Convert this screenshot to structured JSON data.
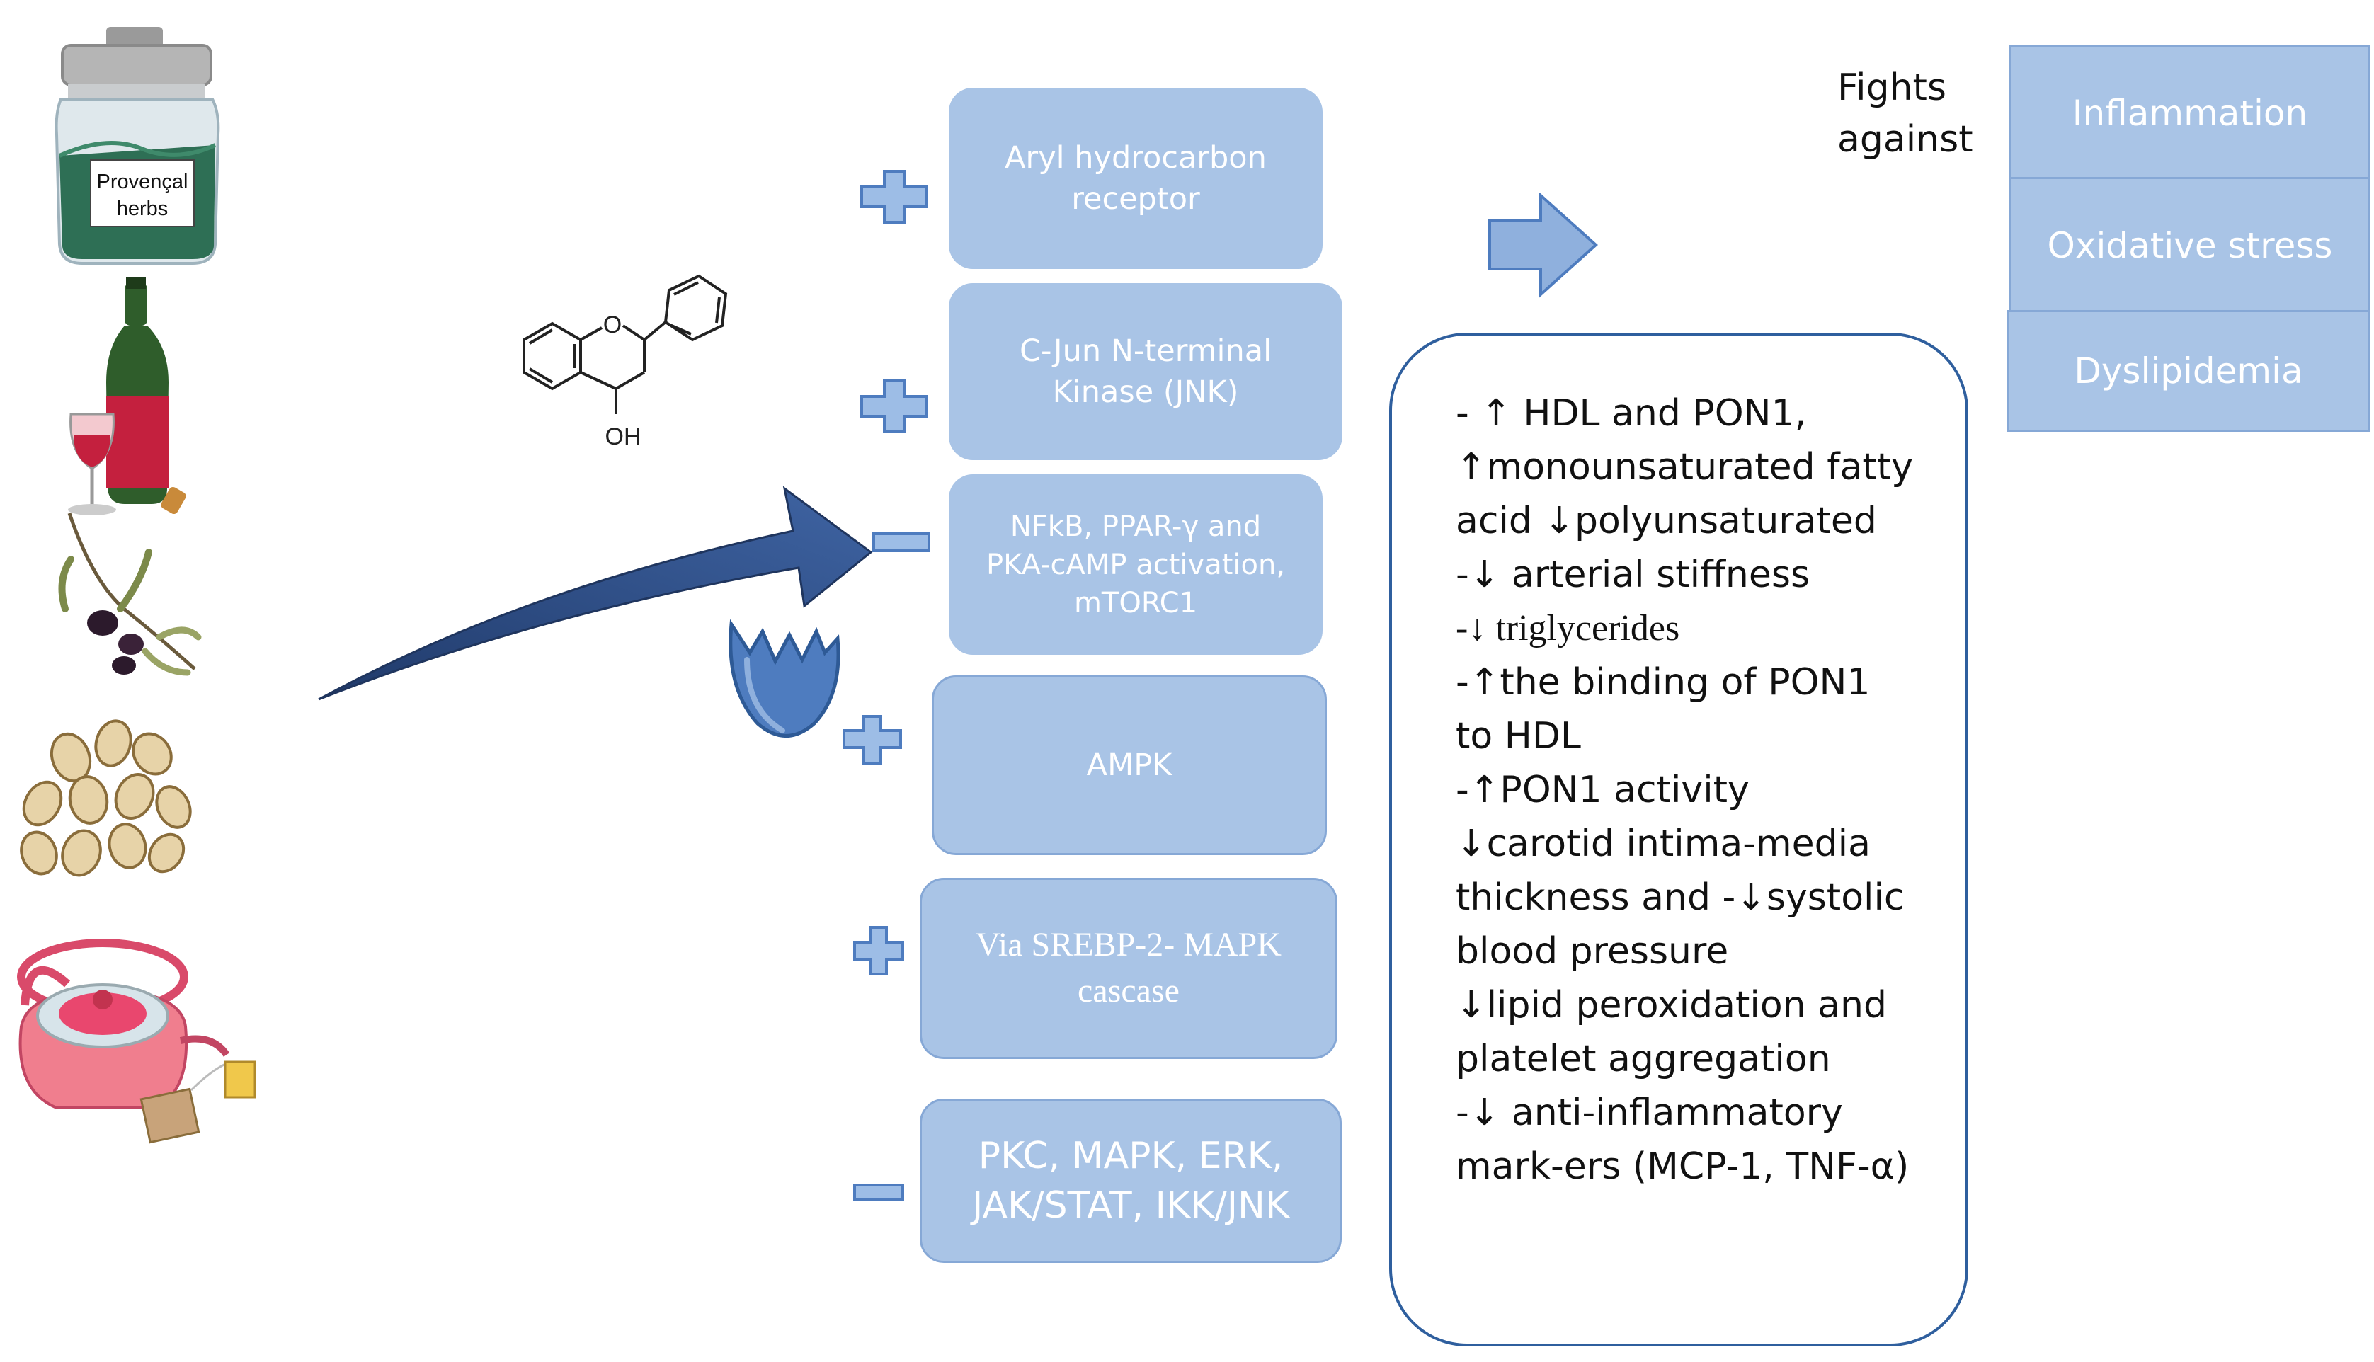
{
  "food_sources": {
    "jar_label_line1": "Provençal",
    "jar_label_line2": "herbs"
  },
  "molecule": {
    "atom_O": "O",
    "atom_OH": "OH"
  },
  "pathways": [
    {
      "label": "Aryl hydrocarbon\nreceptor",
      "sign": "+"
    },
    {
      "label": "C-Jun N-terminal\nKinase (JNK)",
      "sign": "+"
    },
    {
      "label": "NFkB, PPAR-γ and\nPKA-cAMP activation,\nmTORC1",
      "sign": "−"
    },
    {
      "label": "AMPK",
      "sign": "+"
    },
    {
      "label": "Via SREBP-2- MAPK\ncascase",
      "sign": "+"
    },
    {
      "label": "PKC, MAPK, ERK,\nJAK/STAT, IKK/JNK",
      "sign": "−"
    }
  ],
  "fights_against_label": "Fights\nagainst",
  "conditions": [
    "Inflammation",
    "Oxidative stress",
    "Dyslipidemia"
  ],
  "effects": [
    "- ↑ HDL and PON1,",
    "↑monounsaturated fatty",
    "acid ↓polyunsaturated",
    "-↓ arterial stiffness",
    "-↓ triglycerides",
    "-↑the binding of PON1",
    "to HDL",
    "-↑PON1 activity",
    "↓carotid intima-media",
    "thickness and -↓systolic",
    "blood pressure",
    "↓lipid peroxidation and",
    "platelet aggregation",
    "-↓ anti-inflammatory",
    "mark-ers (MCP-1, TNF-α)"
  ],
  "colors": {
    "box_fill": "#a9c4e6",
    "box_text": "#ffffff",
    "arrow_dark": "#2e4a7d",
    "border_blue": "#2f5f9e"
  }
}
